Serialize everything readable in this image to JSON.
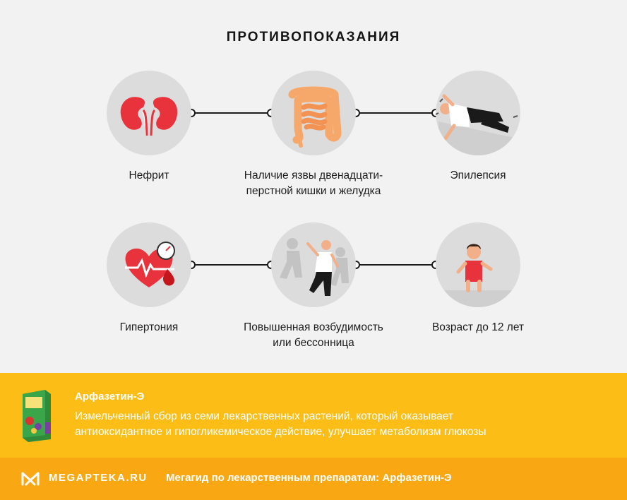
{
  "title": "ПРОТИВОПОКАЗАНИЯ",
  "contraindications": [
    {
      "label_lines": [
        "Нефрит"
      ],
      "icon": "kidneys-icon"
    },
    {
      "label_lines": [
        "Наличие язвы двенадцати-",
        "перстной кишки и желудка"
      ],
      "icon": "intestines-icon"
    },
    {
      "label_lines": [
        "Эпилепсия"
      ],
      "icon": "epilepsy-seizure-icon"
    },
    {
      "label_lines": [
        "Гипертония"
      ],
      "icon": "heart-pressure-icon"
    },
    {
      "label_lines": [
        "Повышенная возбудимость",
        "или бессонница"
      ],
      "icon": "agitated-person-icon"
    },
    {
      "label_lines": [
        "Возраст до 12 лет"
      ],
      "icon": "child-icon"
    }
  ],
  "product": {
    "name": "Арфазетин-Э",
    "description_lines": [
      "Измельченный сбор из семи лекарственных растений, который оказывает",
      "антиоксидантное и гипогликемическое действие, улучшает метаболизм глюкозы"
    ]
  },
  "footer": {
    "logo_text": "MEGAPTEKA.RU",
    "tagline": "Мегагид по лекарственным препаратам: Арфазетин-Э"
  },
  "colors": {
    "background": "#f2f2f2",
    "circle": "#dcdcdc",
    "accent_red": "#e8323c",
    "product_band": "#fbbd16",
    "footer_band": "#f9a814"
  }
}
